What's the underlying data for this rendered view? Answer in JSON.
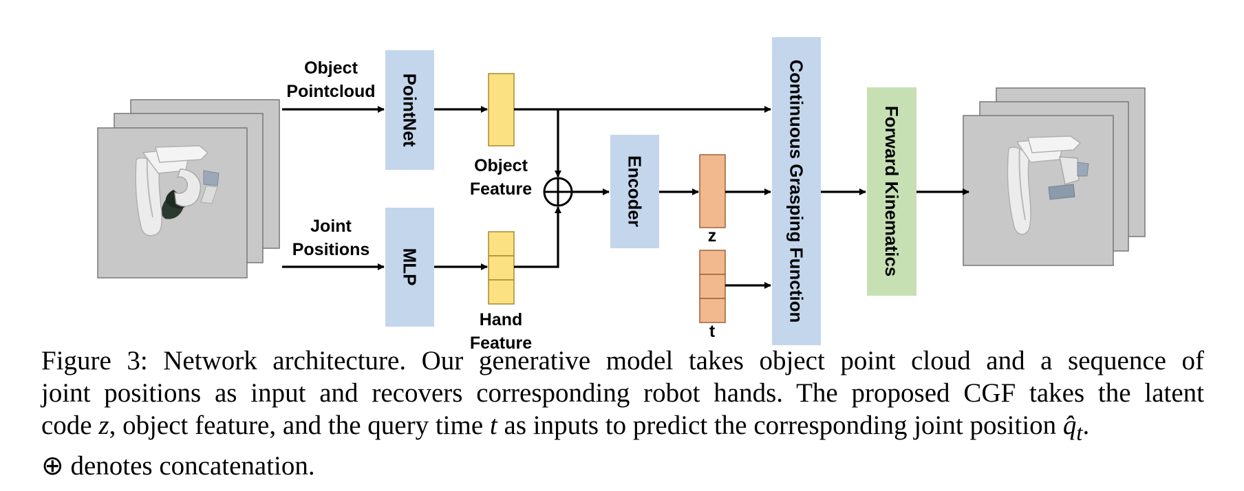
{
  "labels": {
    "object_pointcloud_1": "Object",
    "object_pointcloud_2": "Pointcloud",
    "joint_positions_1": "Joint",
    "joint_positions_2": "Positions",
    "object_feature_1": "Object",
    "object_feature_2": "Feature",
    "hand_feature_1": "Hand",
    "hand_feature_2": "Feature",
    "z": "z",
    "t": "t"
  },
  "blocks": {
    "pointnet": "PointNet",
    "mlp": "MLP",
    "encoder": "Encoder",
    "cgf": "Continuous Grasping Function",
    "fk": "Forward Kinematics"
  },
  "symbols": {
    "concat": "⊕"
  },
  "caption": {
    "line1": "Figure 3: Network architecture. Our generative model takes object point cloud and a sequence of",
    "line2": "joint positions as input and recovers corresponding robot hands. The proposed CGF takes the latent",
    "line3_a": "code ",
    "line3_z": "z",
    "line3_b": ", object feature, and the query time ",
    "line3_t": "t",
    "line3_c": " as inputs to predict the corresponding joint position ",
    "line3_q": "q̂",
    "line3_sub": "t",
    "line3_d": ".",
    "line4_sym": "⊕",
    "line4": " denotes concatenation."
  },
  "colors": {
    "blue_block": "#c3d6ec",
    "green_block": "#c6e0b4",
    "yellow_feature": "#fbe182",
    "orange_feature": "#f2b98e",
    "frame_gray": "#c8c8c8"
  }
}
